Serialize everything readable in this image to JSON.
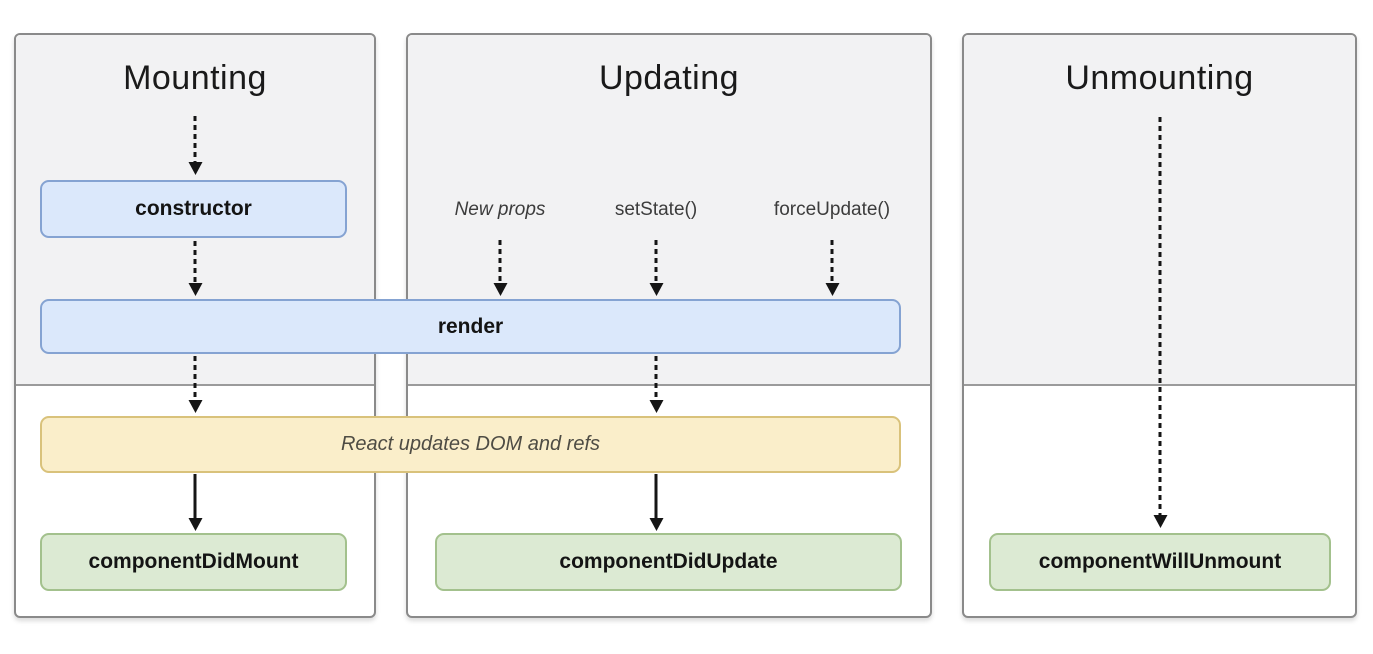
{
  "columns": [
    {
      "title": "Mounting"
    },
    {
      "title": "Updating",
      "triggers": [
        "New props",
        "setState()",
        "forceUpdate()"
      ]
    },
    {
      "title": "Unmounting"
    }
  ],
  "boxes": {
    "constructor": "constructor",
    "render": "render",
    "react_updates": "React updates DOM and refs",
    "component_did_mount": "componentDidMount",
    "component_did_update": "componentDidUpdate",
    "component_will_unmount": "componentWillUnmount"
  },
  "colors": {
    "column_top_bg": "#f2f2f3",
    "column_bottom_bg": "#ffffff",
    "column_border": "#8a8a8a",
    "blue_fill": "#dbe8fb",
    "blue_border": "#85a3d2",
    "yellow_fill": "#faeeca",
    "yellow_border": "#d9c27b",
    "green_fill": "#dcead3",
    "green_border": "#a3c18d",
    "arrow": "#151515",
    "title_text": "#1a1a1a",
    "trigger_text": "#3c3c3c",
    "yellow_text": "#4e4c44"
  }
}
